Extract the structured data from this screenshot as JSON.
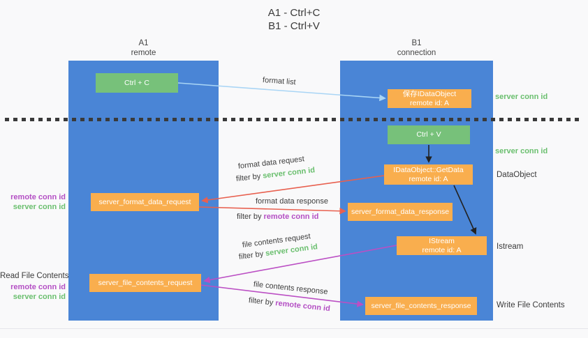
{
  "title": {
    "line1": "A1 - Ctrl+C",
    "line2": "B1 - Ctrl+V"
  },
  "lanes": {
    "a1": {
      "name": "A1",
      "role": "remote"
    },
    "b1": {
      "name": "B1",
      "role": "connection"
    }
  },
  "nodes": {
    "ctrl_c": "Ctrl + C",
    "save_dataobject": {
      "line1": "保存IDataObject",
      "line2": "remote id: A"
    },
    "ctrl_v": "Ctrl + V",
    "getdata": {
      "line1": "IDataObject::GetData",
      "line2": "remote id: A"
    },
    "format_request": "server_format_data_request",
    "format_response": "server_format_data_response",
    "istream": {
      "line1": "IStream",
      "line2": "remote id: A"
    },
    "file_request": "server_file_contents_request",
    "file_response": "server_file_contents_response"
  },
  "flow_labels": {
    "format_list": "format list",
    "format_data_request": "format data request",
    "format_data_request_filter": {
      "prefix": "filter by ",
      "value": "server conn id"
    },
    "format_data_response": "format data response",
    "format_data_response_filter": {
      "prefix": "filter by ",
      "value": "remote conn id"
    },
    "file_contents_request": "file contents request",
    "file_contents_request_filter": {
      "prefix": "filter by ",
      "value": "server conn id"
    },
    "file_contents_response": "file contents response",
    "file_contents_response_filter": {
      "prefix": "filter by ",
      "value": "remote conn id"
    }
  },
  "annotations": {
    "server_conn_top": "server conn id",
    "server_conn_mid": "server conn id",
    "dataobject": "DataObject",
    "istream": "Istream",
    "write_file": "Write File Contents",
    "read_file": "Read File Contents",
    "left_format": {
      "remote": "remote conn id",
      "server": "server conn id"
    },
    "left_file": {
      "remote": "remote conn id",
      "server": "server conn id"
    }
  },
  "colors": {
    "lane_blue": "#4a85d6",
    "node_green": "#77c17a",
    "node_orange": "#f9ae4e",
    "arrow_red": "#e8604f",
    "arrow_magenta": "#bb4fc4",
    "arrow_light_blue": "#a9d5f5",
    "arrow_black": "#222222",
    "text_green": "#6abf6e",
    "text_purple": "#b44fc4"
  }
}
